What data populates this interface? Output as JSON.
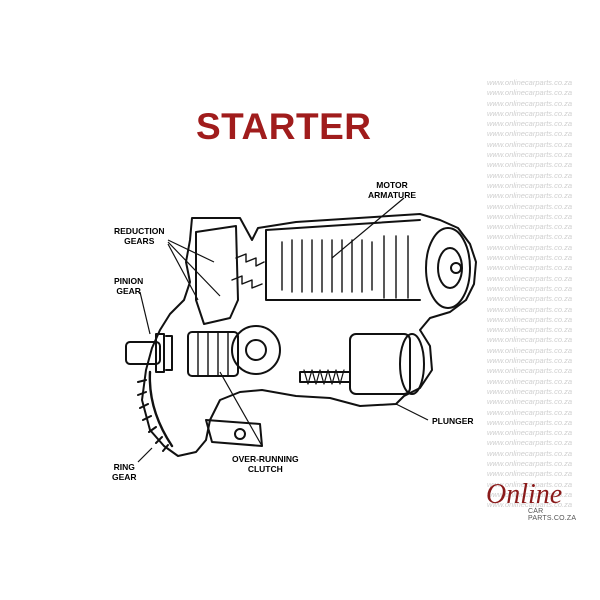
{
  "title": "STARTER",
  "labels": {
    "motor_armature": [
      "MOTOR",
      "ARMATURE"
    ],
    "reduction_gears": [
      "REDUCTION",
      "GEARS"
    ],
    "pinion_gear": [
      "PINION",
      "GEAR"
    ],
    "ring_gear": [
      "RING",
      "GEAR"
    ],
    "over_running_clutch": [
      "OVER-RUNNING",
      "CLUTCH"
    ],
    "plunger": "PLUNGER"
  },
  "watermark": "www.onlinecarparts.co.za",
  "logo": {
    "main": "Online",
    "sub": "CAR PARTS.CO.ZA"
  },
  "colors": {
    "title": "#a01c1c",
    "logo": "#8a1a1a",
    "line": "#111111"
  }
}
